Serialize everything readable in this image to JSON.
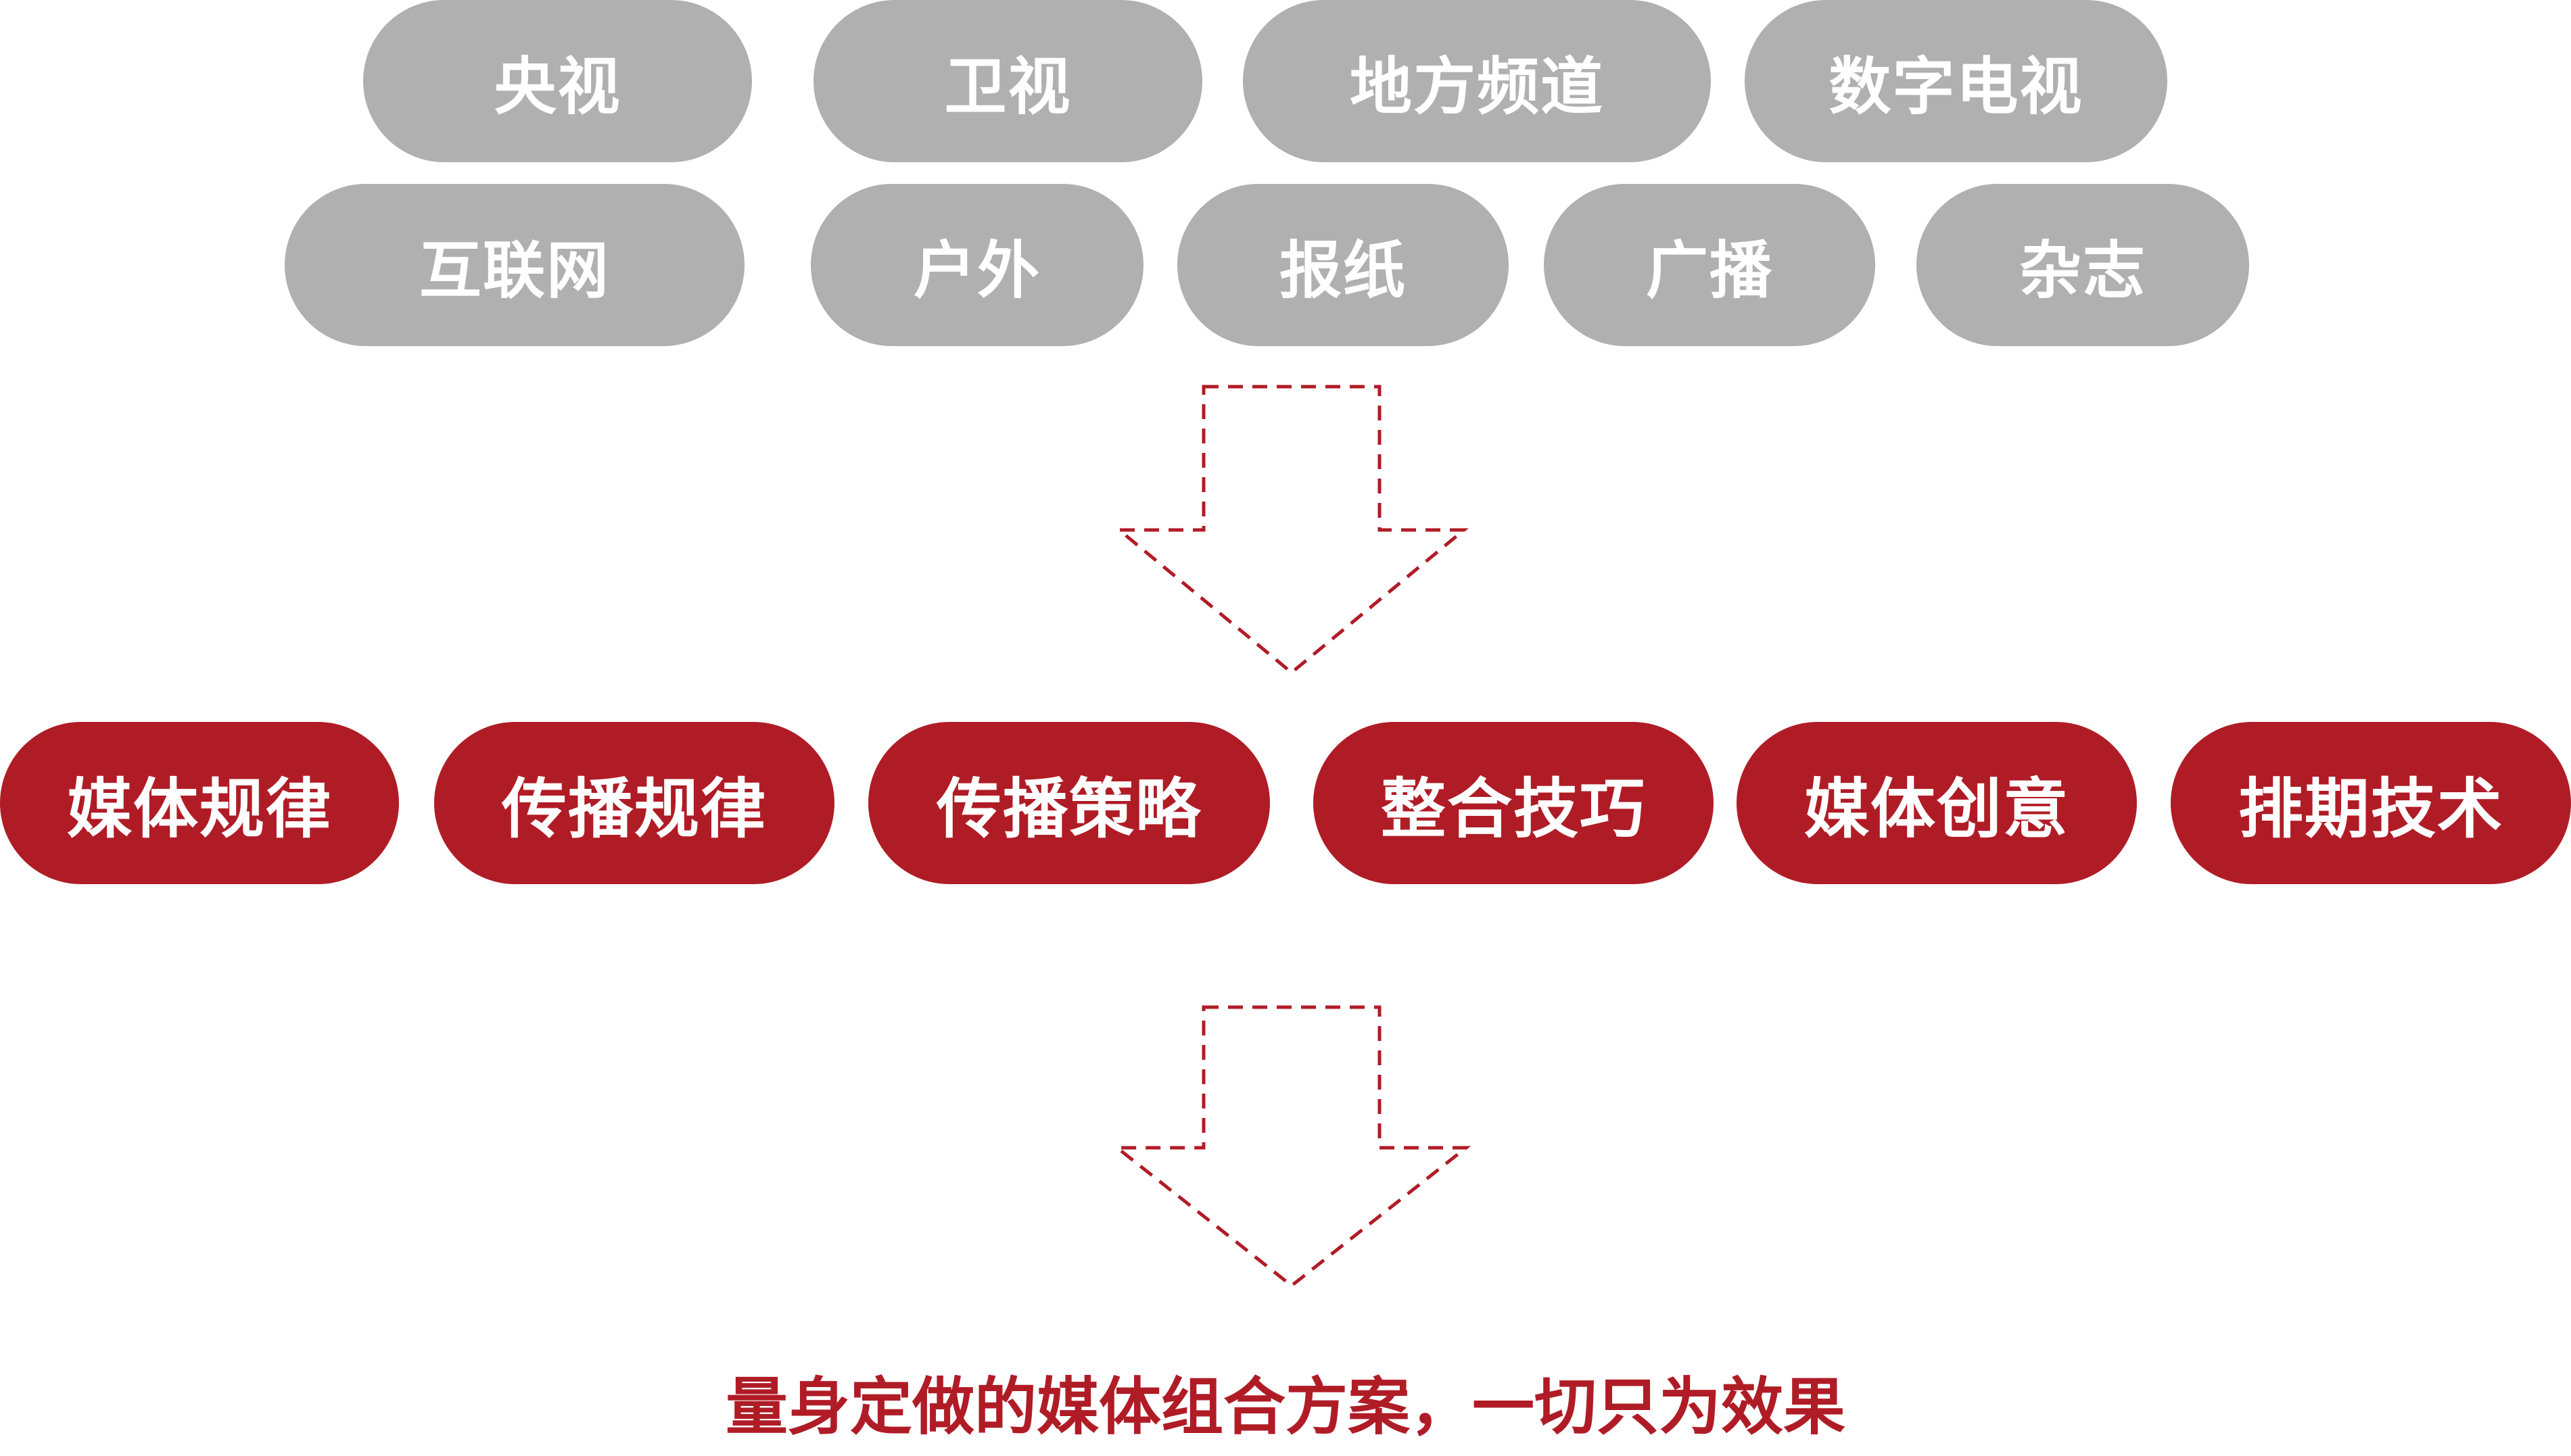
{
  "media_channels": {
    "row1": [
      "央视",
      "卫视",
      "地方频道",
      "数字电视"
    ],
    "row2": [
      "互联网",
      "户外",
      "报纸",
      "广播",
      "杂志"
    ]
  },
  "capabilities": [
    "媒体规律",
    "传播规律",
    "传播策略",
    "整合技巧",
    "媒体创意",
    "排期技术"
  ],
  "tagline": "量身定做的媒体组合方案，一切只为效果",
  "colors": {
    "channel_pill": "#b0b0b0",
    "capability_pill": "#b01c26",
    "tagline": "#b01c26",
    "arrow_dash": "#b01c26"
  }
}
